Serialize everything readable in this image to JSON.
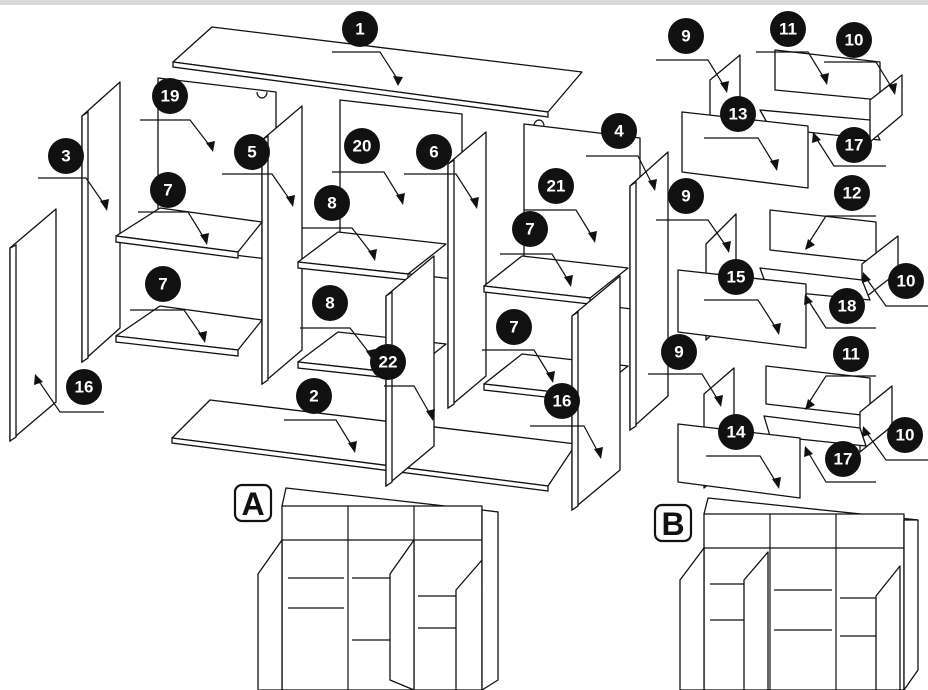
{
  "diagram": {
    "callout_labels": {
      "c1": "1",
      "c2": "2",
      "c3": "3",
      "c4": "4",
      "c5": "5",
      "c6": "6",
      "c7a": "7",
      "c7b": "7",
      "c7c": "7",
      "c7d": "7",
      "c8a": "8",
      "c8b": "8",
      "c9a": "9",
      "c9b": "9",
      "c9c": "9",
      "c10a": "10",
      "c10b": "10",
      "c10c": "10",
      "c11a": "11",
      "c11b": "11",
      "c12": "12",
      "c13": "13",
      "c14": "14",
      "c15": "15",
      "c16a": "16",
      "c16b": "16",
      "c17a": "17",
      "c17b": "17",
      "c18": "18",
      "c19": "19",
      "c20": "20",
      "c21": "21",
      "c22": "22"
    },
    "variants": {
      "a": "A",
      "b": "B"
    }
  }
}
